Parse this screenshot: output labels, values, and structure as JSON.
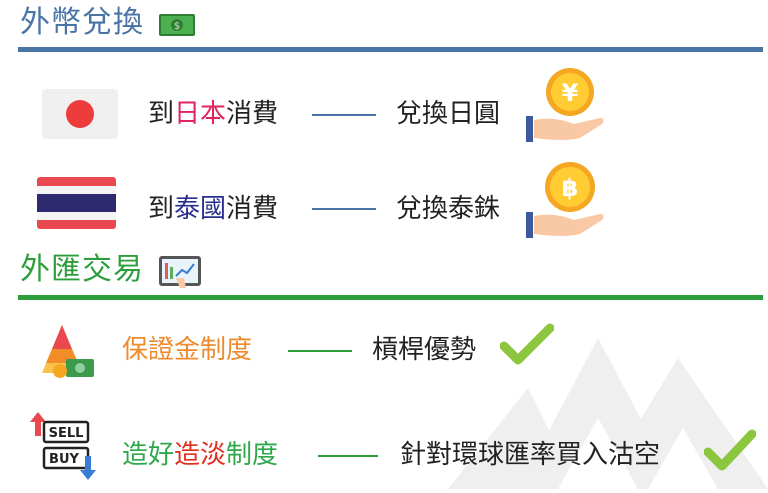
{
  "colors": {
    "section1": "#4a73a6",
    "section2": "#2e9e3c",
    "japan_accent": "#e0245e",
    "thailand_accent": "#2a2f8e",
    "orange": "#ef8a2e",
    "green_text": "#2ea84a",
    "red_text": "#e03020",
    "check": "#8cc63f"
  },
  "section1": {
    "title": "外幣兌換",
    "icon": "money-icon",
    "rows": [
      {
        "flag": "japan-flag-icon",
        "left_prefix": "到",
        "left_accent": "日本",
        "left_suffix": "消費",
        "right": "兌換日圓",
        "coin": "yen-coin-hand-icon",
        "coin_symbol": "¥"
      },
      {
        "flag": "thailand-flag-icon",
        "left_prefix": "到",
        "left_accent": "泰國",
        "left_suffix": "消費",
        "right": "兌換泰銖",
        "coin": "baht-coin-hand-icon",
        "coin_symbol": "฿"
      }
    ]
  },
  "section2": {
    "title": "外匯交易",
    "icon": "trading-tablet-icon",
    "rows": [
      {
        "icon": "pyramid-money-icon",
        "left": "保證金制度",
        "right": "槓桿優勢",
        "check": "checkmark-icon"
      },
      {
        "icon": "sell-buy-icon",
        "left_a": "造好",
        "left_b": "造淡",
        "left_c": "制度",
        "right": "針對環球匯率買入沽空",
        "check": "checkmark-icon",
        "sell_label": "SELL",
        "buy_label": "BUY"
      }
    ]
  }
}
